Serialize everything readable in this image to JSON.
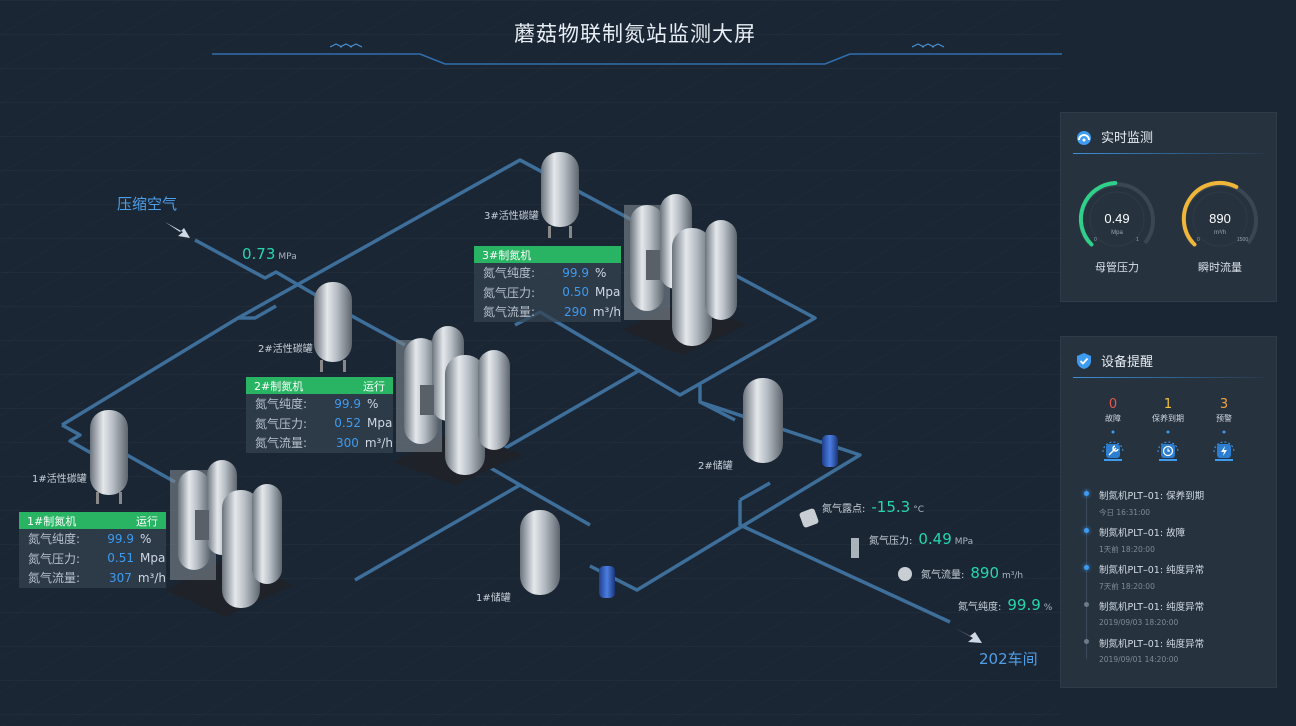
{
  "title": "蘑菇物联制氮站监测大屏",
  "flow": {
    "compressed_air": "压缩空气",
    "inlet_pressure": {
      "value": "0.73",
      "unit": "MPa"
    },
    "outlet": "202车间"
  },
  "tank_labels": {
    "carbon1": "1#活性碳罐",
    "carbon2": "2#活性碳罐",
    "carbon3": "3#活性碳罐",
    "storage1": "1#储罐",
    "storage2": "2#储罐"
  },
  "generators": [
    {
      "name": "1#制氮机",
      "status": "运行",
      "rows": [
        {
          "label": "氮气纯度:",
          "value": "99.9",
          "unit": "%"
        },
        {
          "label": "氮气压力:",
          "value": "0.51",
          "unit": "Mpa"
        },
        {
          "label": "氮气流量:",
          "value": "307",
          "unit": "m³/h"
        }
      ]
    },
    {
      "name": "2#制氮机",
      "status": "运行",
      "rows": [
        {
          "label": "氮气纯度:",
          "value": "99.9",
          "unit": "%"
        },
        {
          "label": "氮气压力:",
          "value": "0.52",
          "unit": "Mpa"
        },
        {
          "label": "氮气流量:",
          "value": "300",
          "unit": "m³/h"
        }
      ]
    },
    {
      "name": "3#制氮机",
      "status": "",
      "rows": [
        {
          "label": "氮气纯度:",
          "value": "99.9",
          "unit": "%"
        },
        {
          "label": "氮气压力:",
          "value": "0.50",
          "unit": "Mpa"
        },
        {
          "label": "氮气流量:",
          "value": "290",
          "unit": "m³/h"
        }
      ]
    }
  ],
  "sensors": {
    "dew_point": {
      "label": "氮气露点:",
      "value": "-15.3",
      "unit": "°C"
    },
    "pressure": {
      "label": "氮气压力:",
      "value": "0.49",
      "unit": "MPa"
    },
    "flow": {
      "label": "氮气流量:",
      "value": "890",
      "unit": "m³/h"
    },
    "purity": {
      "label": "氮气纯度:",
      "value": "99.9",
      "unit": "%"
    }
  },
  "realtime": {
    "title": "实时监测",
    "gauges": [
      {
        "value": "0.49",
        "unit": "Mpa",
        "label": "母管压力",
        "min": "0",
        "max": "1",
        "level": 0.49
      },
      {
        "value": "890",
        "unit": "m³/h",
        "label": "瞬时流量",
        "min": "0",
        "max": "1500",
        "level": 0.6
      }
    ]
  },
  "alerts": {
    "title": "设备提醒",
    "counters": [
      {
        "count": "0",
        "label": "故障",
        "color": "#e8584f"
      },
      {
        "count": "1",
        "label": "保养到期",
        "color": "#f3c23c"
      },
      {
        "count": "3",
        "label": "预警",
        "color": "#f3a23c"
      }
    ],
    "events": [
      {
        "text": "制氮机PLT–01:  保养到期",
        "time": "今日  16:31:00",
        "active": true
      },
      {
        "text": "制氮机PLT–01:  故障",
        "time": "1天前  18:20:00",
        "active": true
      },
      {
        "text": "制氮机PLT–01:  纯度异常",
        "time": "7天前  18:20:00",
        "active": true
      },
      {
        "text": "制氮机PLT–01:  纯度异常",
        "time": "2019/09/03  18:20:00",
        "active": false
      },
      {
        "text": "制氮机PLT–01:  纯度异常",
        "time": "2019/09/01  14:20:00",
        "active": false
      }
    ]
  }
}
